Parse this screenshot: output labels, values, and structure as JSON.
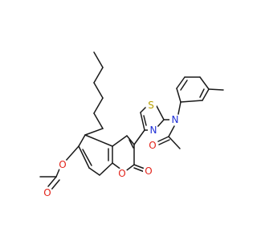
{
  "diagram": {
    "atoms": {
      "S": {
        "text": "S",
        "color": "#b8a000"
      },
      "N_thiazole": {
        "text": "N",
        "color": "#1f2fd6"
      },
      "N_amide": {
        "text": "N",
        "color": "#1f2fd6"
      },
      "O_amide": {
        "text": "O",
        "color": "#e2231a"
      },
      "O_ester_link": {
        "text": "O",
        "color": "#e2231a"
      },
      "O_ester_carbonyl": {
        "text": "O",
        "color": "#e2231a"
      },
      "O_ring": {
        "text": "O",
        "color": "#e2231a"
      },
      "O_lactone": {
        "text": "O",
        "color": "#e2231a"
      }
    },
    "bond_color": "#1a1a1a",
    "background": "#ffffff"
  }
}
